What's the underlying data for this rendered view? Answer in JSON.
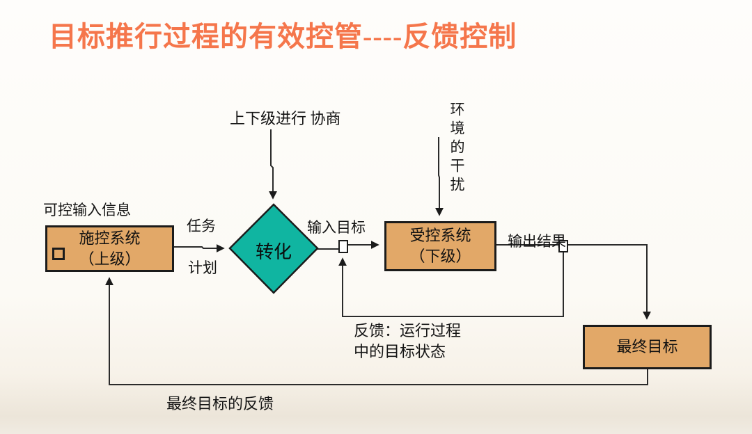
{
  "slide": {
    "title": "目标推行过程的有效控管----反馈控制",
    "colors": {
      "title": "#F5764B",
      "box_fill": "#E2A868",
      "diamond_fill": "#10B5A1",
      "line": "#2B2B2B",
      "background_top": "#FEFDFB",
      "background_bottom": "#ECE5D9"
    }
  },
  "diagram": {
    "nodes": {
      "controlling_box": {
        "line1": "施控系统",
        "line2": "（上级）"
      },
      "controlled_box": {
        "line1": "受控系统",
        "line2": "（下级）"
      },
      "final_box": {
        "label": "最终目标"
      },
      "transform_diamond": {
        "label": "转化"
      }
    },
    "labels": {
      "controllable_input": "可控输入信息",
      "negotiate": "上下级进行 协商",
      "task": "任务",
      "plan": "计划",
      "input_goal": "输入目标",
      "env_disturbance": "环境的干扰",
      "output_result": "输出结果",
      "feedback_process_line1": "反馈：运行过程",
      "feedback_process_line2": "中的目标状态",
      "final_feedback": "最终目标的反馈"
    }
  }
}
